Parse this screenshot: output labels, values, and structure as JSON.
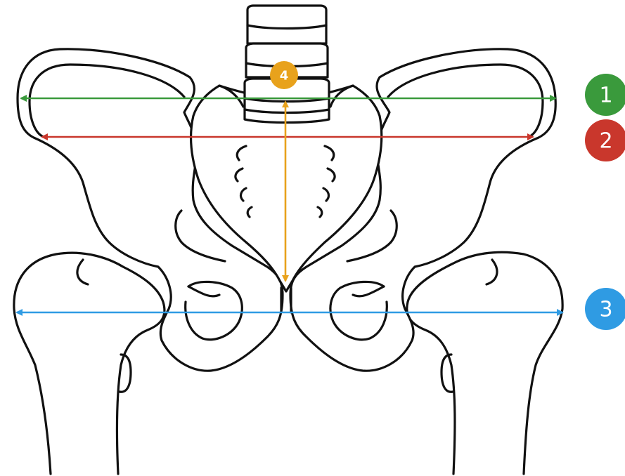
{
  "colors": {
    "green": "#3a9a3c",
    "red": "#c9372c",
    "blue": "#2f9be3",
    "orange": "#e8a21c",
    "outline": "#111111"
  },
  "measurements": [
    {
      "label": "1",
      "color": "#3a9a3c"
    },
    {
      "label": "2",
      "color": "#c9372c"
    },
    {
      "label": "3",
      "color": "#2f9be3"
    },
    {
      "label": "4",
      "color": "#e8a21c"
    }
  ]
}
